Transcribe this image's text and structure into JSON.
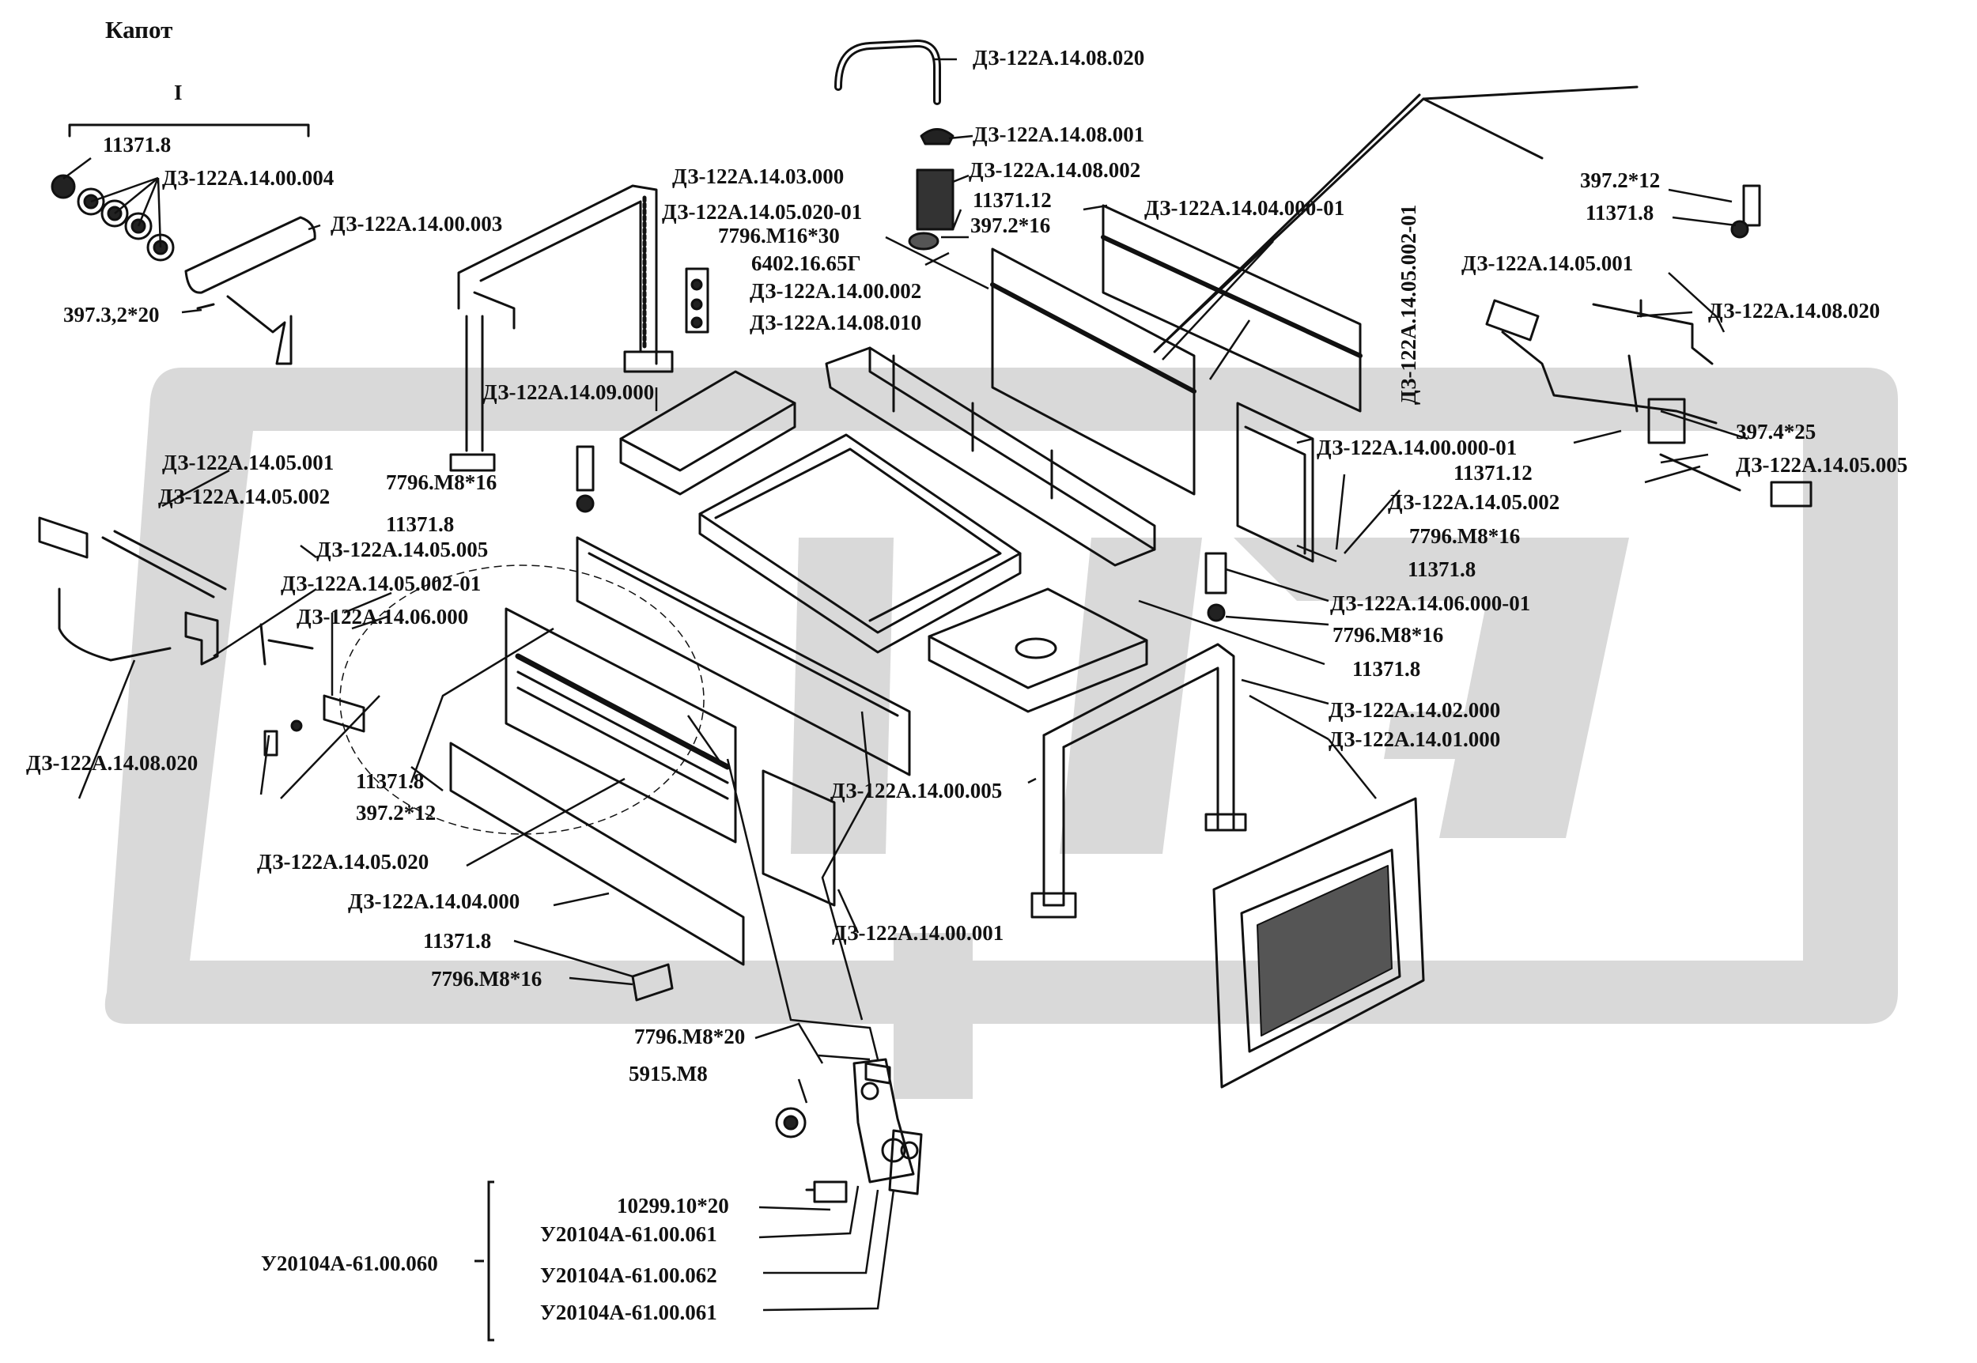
{
  "title": "Капот",
  "group_marker": "I",
  "labels": {
    "l01": "11371.8",
    "l02": "ДЗ-122А.14.00.004",
    "l03": "ДЗ-122А.14.00.003",
    "l04": "397.3,2*20",
    "l05": "ДЗ-122А.14.08.020",
    "l06": "ДЗ-122А.14.08.001",
    "l07": "ДЗ-122А.14.08.002",
    "l08": "ДЗ-122А.14.03.000",
    "l09": "ДЗ-122А.14.05.020-01",
    "l10": "7796.М16*30",
    "l11": "6402.16.65Г",
    "l12": "ДЗ-122А.14.00.002",
    "l13": "ДЗ-122А.14.08.010",
    "l14": "11371.12",
    "l15": "397.2*16",
    "l16": "ДЗ-122А.14.04.000-01",
    "l17": "ДЗ-122А.14.05.002-01",
    "l18": "397.2*12",
    "l19": "11371.8",
    "l20": "ДЗ-122А.14.05.001",
    "l21": "ДЗ-122А.14.08.020",
    "l22": "ДЗ-122А.14.09.000",
    "l23": "397.4*25",
    "l24": "ДЗ-122А.14.00.000-01",
    "l25": "11371.12",
    "l26": "ДЗ-122А.14.05.005",
    "l27": "ДЗ-122А.14.05.002",
    "l28": "7796.М8*16",
    "l29": "11371.8",
    "l30": "ДЗ-122А.14.05.001",
    "l31": "ДЗ-122А.14.05.002",
    "l32": "7796.М8*16",
    "l33": "11371.8",
    "l34": "ДЗ-122А.14.06.000-01",
    "l35": "7796.М8*16",
    "l36": "ДЗ-122А.14.05.005",
    "l37": "ДЗ-122А.14.05.002-01",
    "l38": "ДЗ-122А.14.06.000",
    "l39": "11371.8",
    "l40": "ДЗ-122А.14.02.000",
    "l41": "ДЗ-122А.14.01.000",
    "l42": "ДЗ-122А.14.08.020",
    "l43": "11371.8",
    "l44": "397.2*12",
    "l45": "ДЗ-122А.14.00.005",
    "l46": "ДЗ-122А.14.05.020",
    "l47": "ДЗ-122А.14.04.000",
    "l48": "ДЗ-122А.14.00.001",
    "l49": "11371.8",
    "l50": "7796.М8*16",
    "l51": "7796.М8*20",
    "l52": "5915.М8",
    "l53": "10299.10*20",
    "l54": "У20104А-61.00.061",
    "l55": "У20104А-61.00.060",
    "l56": "У20104А-61.00.062",
    "l57": "У20104А-61.00.061"
  }
}
